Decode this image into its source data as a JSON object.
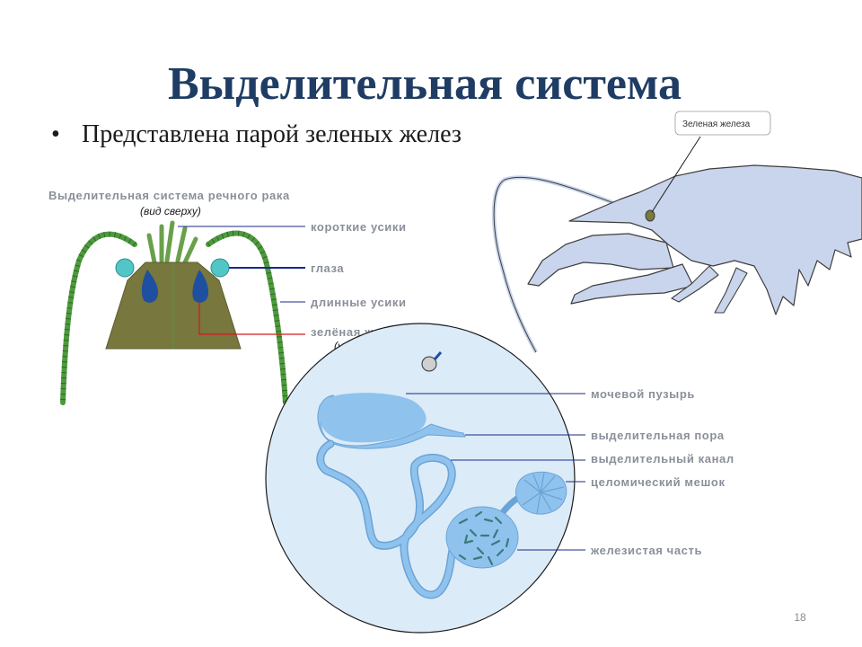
{
  "slide": {
    "title": "Выделительная система",
    "bullet": "Представлена парой зеленых желез",
    "page_number": "18"
  },
  "crayfish_diagram": {
    "callout": "Зеленая железа"
  },
  "head_diagram": {
    "title": "Выделительная система речного рака",
    "subtitle": "(вид сверху)",
    "labels": {
      "short_antennae": "короткие усики",
      "eyes": "глаза",
      "long_antennae": "длинные усики",
      "green_gland": "зелёная железа",
      "enlarged": "(увеличено)"
    }
  },
  "gland_diagram": {
    "labels": {
      "bladder": "мочевой пузырь",
      "pore": "выделительная пора",
      "canal": "выделительный канал",
      "coelomic_sac": "целомический мешок",
      "glandular_part": "железистая часть"
    }
  },
  "colors": {
    "title": "#1f3c64",
    "crayfish_body": "#c9d5ec",
    "head": "#77773e",
    "antenna": "#4e9a3e",
    "eye": "#1f4fa0",
    "gland_circle": "#dcebf8",
    "organ": "#8fc3ee",
    "leader_red": "#d41a1a"
  }
}
